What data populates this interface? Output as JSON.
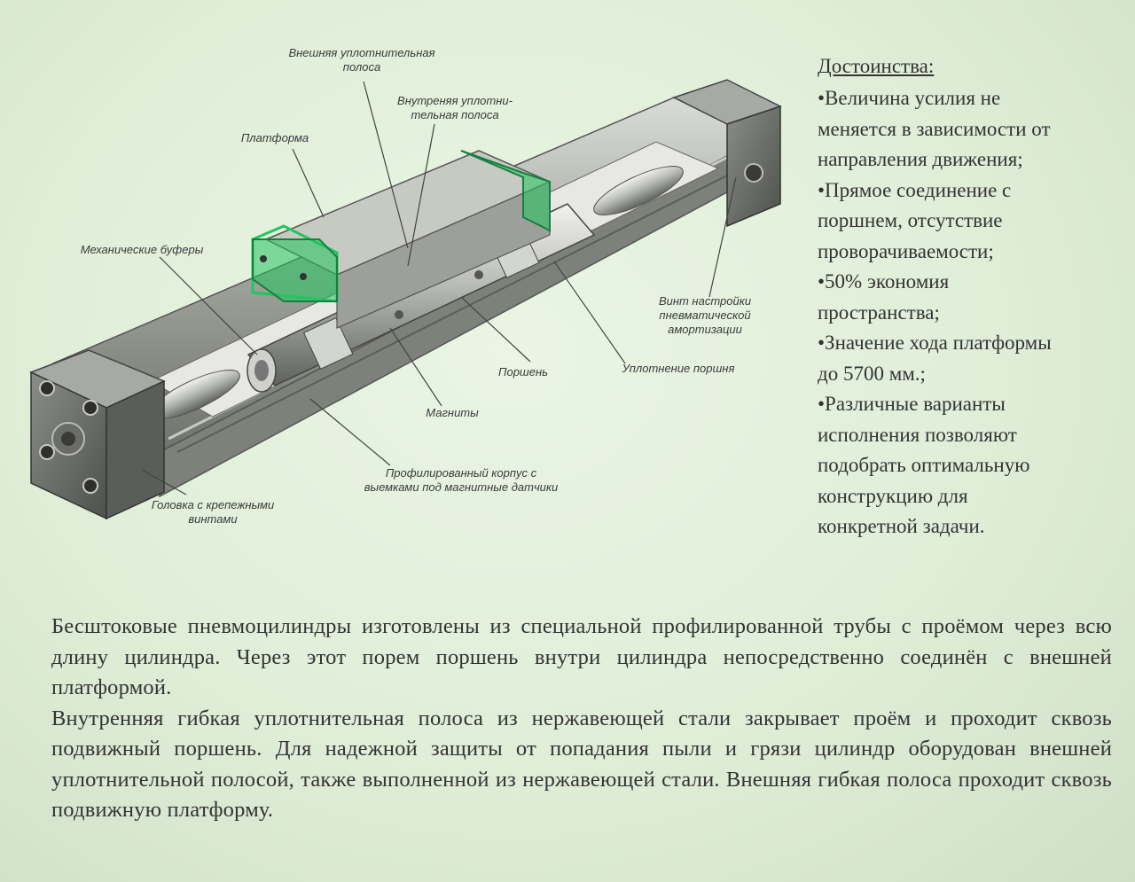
{
  "diagram": {
    "labels": {
      "outer_seal": "Внешняя уплотнительная\nполоса",
      "inner_seal": "Внутреняя уплотни-\nтельная полоса",
      "platform": "Платформа",
      "buffers": "Механические буферы",
      "adjust_screw": "Винт настройки\nпневматической\nамортизации",
      "piston": "Поршень",
      "piston_seal": "Уплотнение поршня",
      "magnets": "Магниты",
      "profile_body": "Профилированный корпус с\nвыемками под магнитные датчики",
      "head": "Головка с крепежными\nвинтами"
    },
    "colors": {
      "platform_green": "#22c55e",
      "body_gray": "#9a9a9a"
    }
  },
  "advantages": {
    "title": "Достоинства:",
    "items": [
      "•Величина усилия не\nменяется в зависимости от\nнаправления движения;",
      "•Прямое соединение с\nпоршнем, отсутствие\nпроворачиваемости;",
      "•50% экономия\nпространства;",
      "•Значение хода платформы\nдо 5700 мм.;",
      "•Различные варианты\nисполнения позволяют\nподобрать оптимальную\nконструкцию для\nконкретной задачи."
    ]
  },
  "description": {
    "paragraph1": "Бесштоковые пневмоцилиндры изготовлены из специальной профилированной трубы с проёмом через всю длину цилиндра. Через этот порем поршень внутри цилиндра непосредственно соединён с внешней платформой.",
    "paragraph2": "Внутренняя гибкая уплотнительная полоса из нержавеющей стали закрывает проём и проходит сквозь подвижный поршень. Для надежной защиты от попадания пыли и грязи цилиндр оборудован внешней уплотнительной полосой, также выполненной из нержавеющей стали. Внешняя гибкая полоса проходит сквозь подвижную платформу."
  }
}
